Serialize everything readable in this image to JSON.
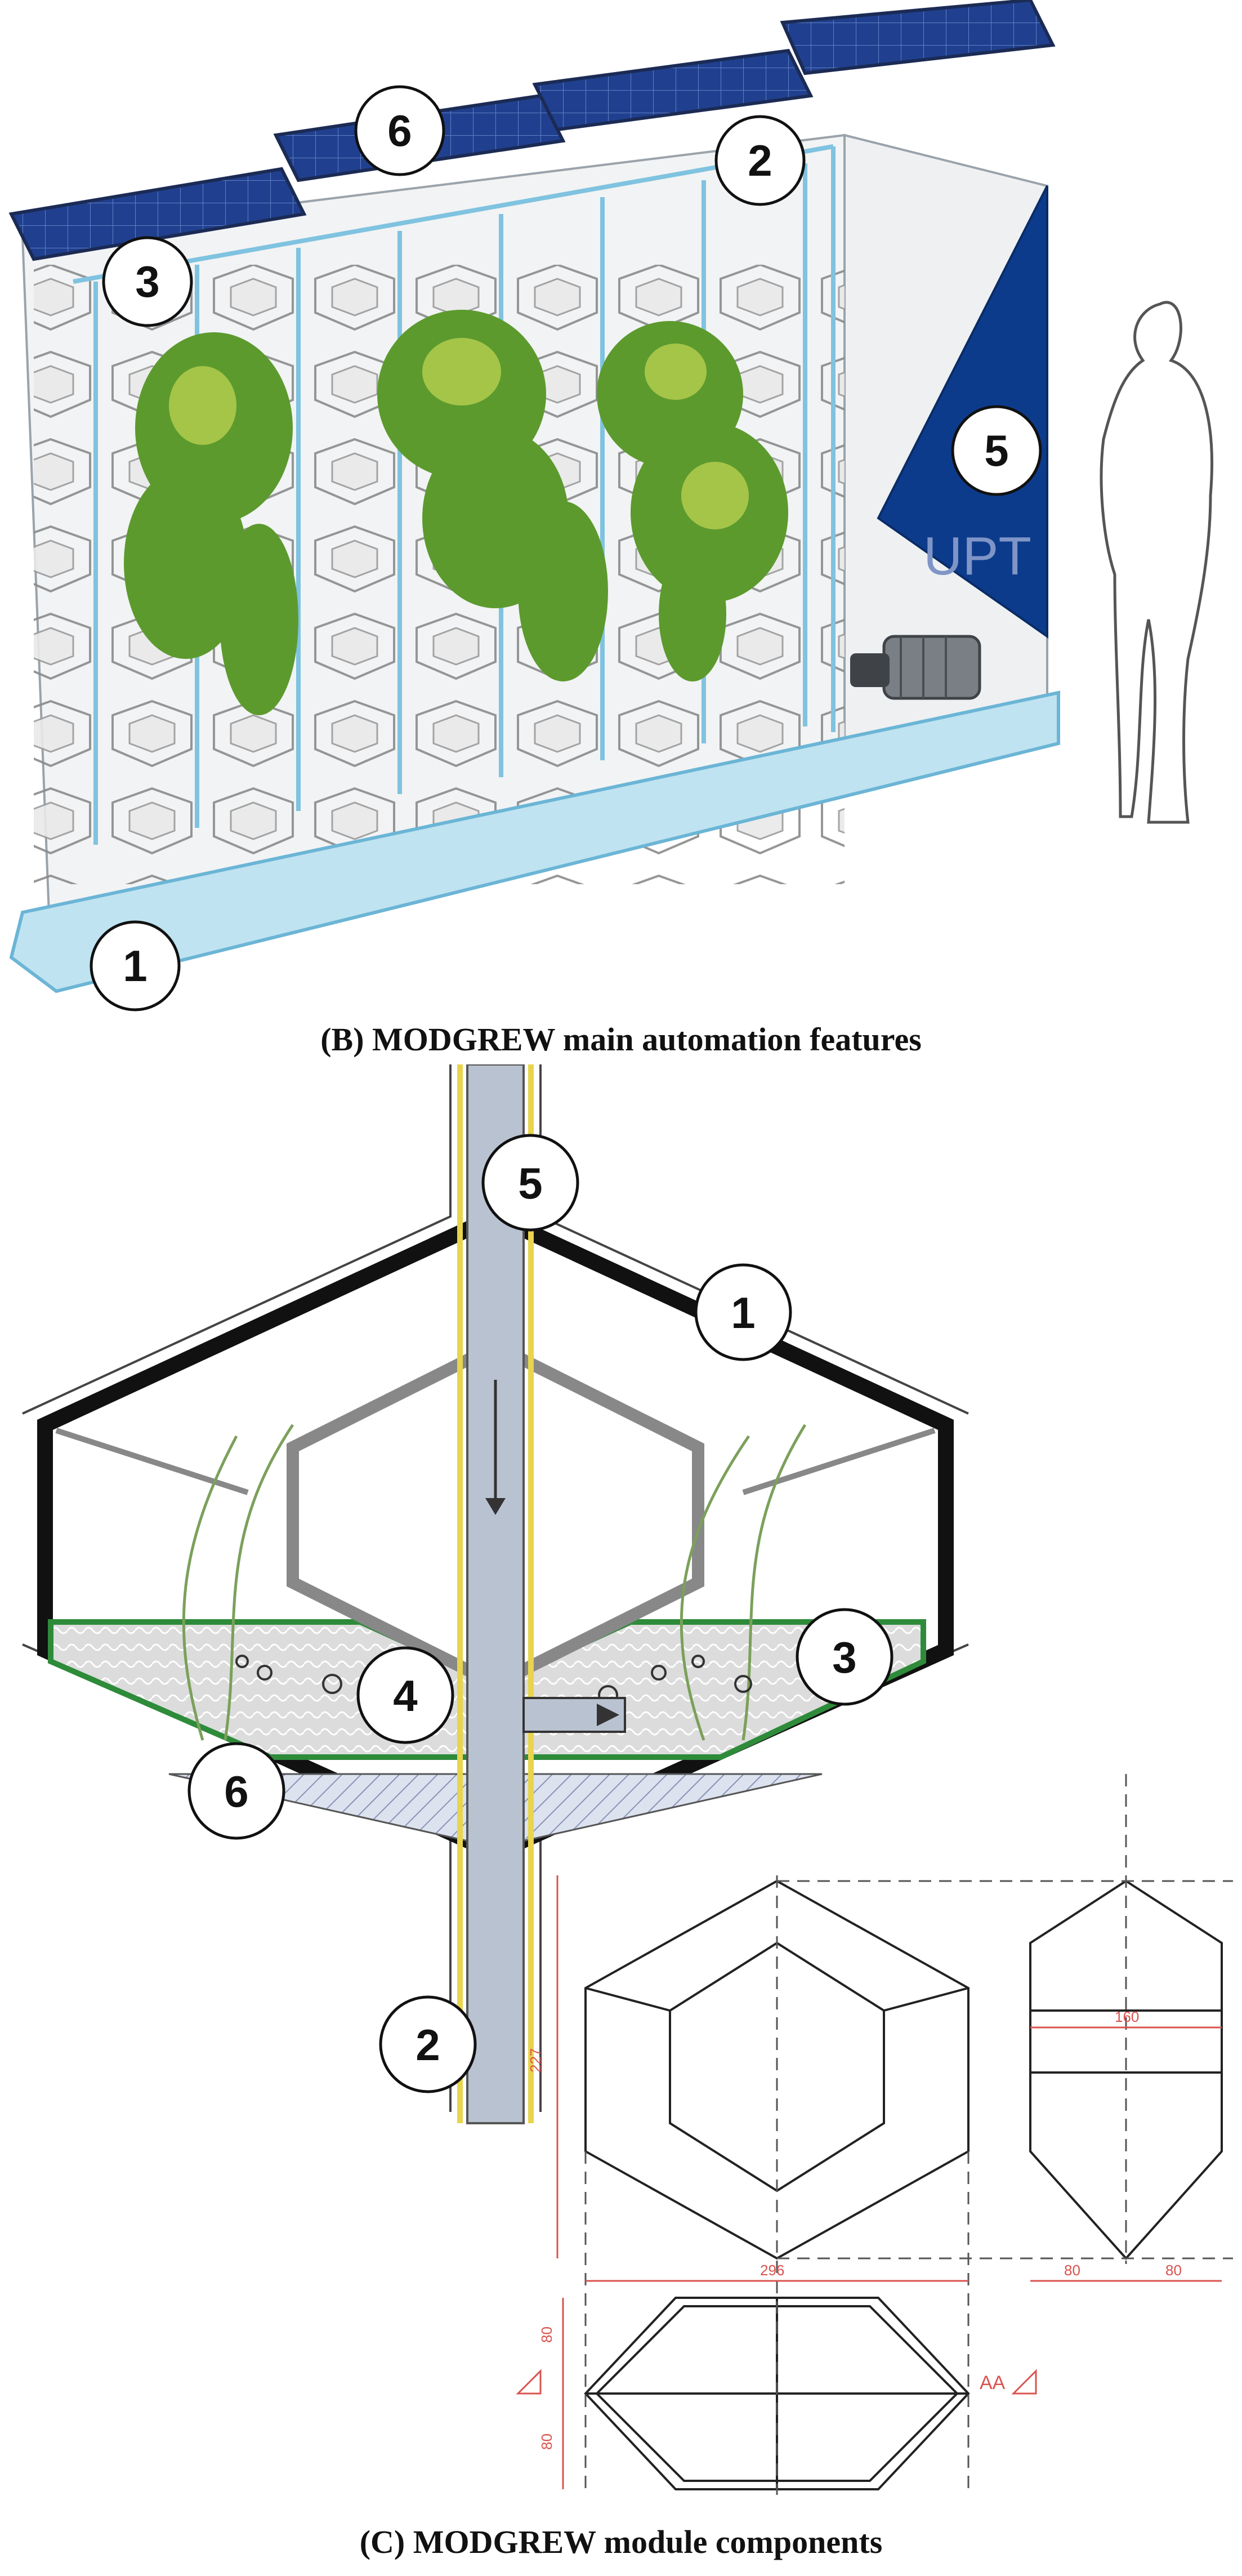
{
  "panel_b": {
    "caption_letter": "B",
    "caption_text": "MODGREW main automation features",
    "tank_label": "UPT",
    "markers": [
      "1",
      "2",
      "3",
      "5",
      "6"
    ]
  },
  "panel_c": {
    "caption_letter": "C",
    "caption_text": "MODGREW module components",
    "markers": [
      "1",
      "2",
      "3",
      "4",
      "5",
      "6"
    ],
    "dimensions": {
      "height": "227",
      "width": "296",
      "side_width": "160",
      "side_half_left": "80",
      "side_half_right": "80",
      "plan_half_top": "80",
      "plan_half_bottom": "80",
      "section_label": "AA"
    }
  },
  "colors": {
    "solar_panel": "#1f3a8a",
    "tank_blue": "#0d3b8c",
    "water": "#bfe3f0",
    "plant_green": "#4f8f2a",
    "membrane_green": "#2e8b3a",
    "dimension_red": "#d9534f",
    "pipe_yellow": "#e8d44d",
    "pipe_grey": "#b9c2d0"
  }
}
